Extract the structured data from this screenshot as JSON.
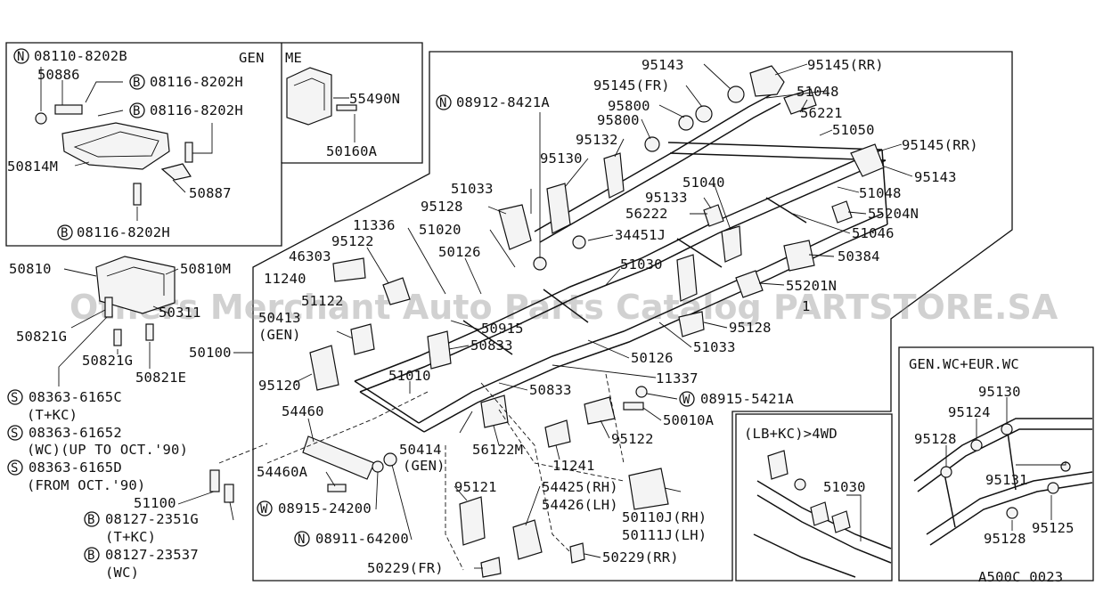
{
  "watermark": "Others Merchant Auto Parts Catalog PARTSTORE.SA",
  "figure_code": "A500C 0023",
  "panels": {
    "gen": "GEN",
    "me": "ME",
    "lbkc": "(LB+KC)>4WD",
    "genwc": "GEN.WC+EUR.WC"
  },
  "labels": {
    "l08110": "08110-8202B",
    "l50886": "50886",
    "l08116a": "08116-8202H",
    "l08116b": "08116-8202H",
    "l50814m": "50814M",
    "l50887": "50887",
    "l08116c": "08116-8202H",
    "l55490n": "55490N",
    "l50160a": "50160A",
    "l95143a": "95143",
    "l95145rr_a": "95145(RR)",
    "l95145fr": "95145(FR)",
    "l51048a": "51048",
    "l08912": "08912-8421A",
    "l95800a": "95800",
    "l56221": "56221",
    "l95800b": "95800",
    "l51050": "51050",
    "l95132": "95132",
    "l95145rr_b": "95145(RR)",
    "l95130a": "95130",
    "l95143b": "95143",
    "l51040": "51040",
    "l51033a": "51033",
    "l51048b": "51048",
    "l95133": "95133",
    "l95128a": "95128",
    "l56222": "56222",
    "l55204n": "55204N",
    "l11336": "11336",
    "l51020": "51020",
    "l34451j": "34451J",
    "l51046": "51046",
    "l95122a": "95122",
    "l50126a": "50126",
    "l46303": "46303",
    "l50384": "50384",
    "l11240": "11240",
    "l51030a": "51030",
    "l55201n": "55201N",
    "l51122": "51122",
    "l51011": "1",
    "l50413": "50413",
    "l50413gen": "(GEN)",
    "l50915": "50915",
    "l95128b": "95128",
    "l50833a": "50833",
    "l51033b": "51033",
    "l50100": "50100",
    "l50126b": "50126",
    "l11337": "11337",
    "l95120": "95120",
    "l51010": "51010",
    "l50833b": "50833",
    "l08915a": "08915-5421A",
    "l54460": "54460",
    "l50010a": "50010A",
    "l95122b": "95122",
    "l50414": "50414",
    "l50414gen": "(GEN)",
    "l56122m": "56122M",
    "l11241": "11241",
    "l54460a": "54460A",
    "l95121": "95121",
    "l54425": "54425(RH)",
    "l54426": "54426(LH)",
    "l50110j": "50110J(RH)",
    "l50111j": "50111J(LH)",
    "l08915b": "08915-24200",
    "l08911": "08911-64200",
    "l50229fr": "50229(FR)",
    "l50229rr": "50229(RR)",
    "l50810": "50810",
    "l50810m": "50810M",
    "l50311": "50311",
    "l50821g_a": "50821G",
    "l50821g_b": "50821G",
    "l50821e": "50821E",
    "l08363a": "08363-6165C",
    "l08363a_n": "(T+KC)",
    "l08363b": "08363-61652",
    "l08363b_n": "(WC)(UP TO OCT.'90)",
    "l08363c": "08363-6165D",
    "l08363c_n": "(FROM OCT.'90)",
    "l51100": "51100",
    "l08127a": "08127-2351G",
    "l08127a_n": "(T+KC)",
    "l08127b": "08127-23537",
    "l08127b_n": "(WC)",
    "l51030b": "51030",
    "l95130b": "95130",
    "l95124": "95124",
    "l95128c": "95128",
    "l95131": "95131",
    "l95125": "95125",
    "l95128d": "95128"
  },
  "circled": {
    "n": "N",
    "b": "B",
    "s": "S",
    "w": "W"
  }
}
